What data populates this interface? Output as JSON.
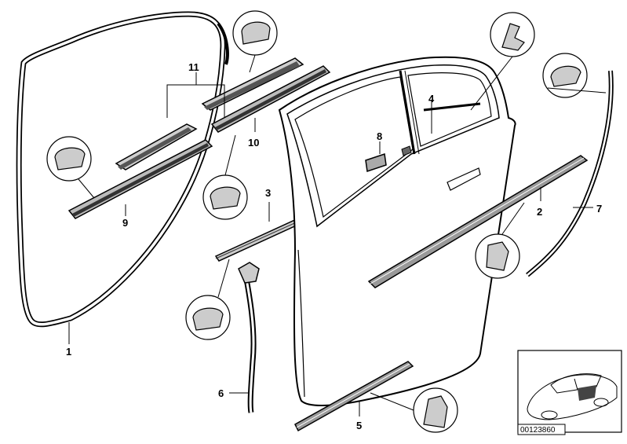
{
  "diagram": {
    "callouts": [
      "1",
      "2",
      "3",
      "4",
      "5",
      "6",
      "7",
      "8",
      "9",
      "10",
      "11"
    ],
    "diagram_id": "00123860"
  }
}
